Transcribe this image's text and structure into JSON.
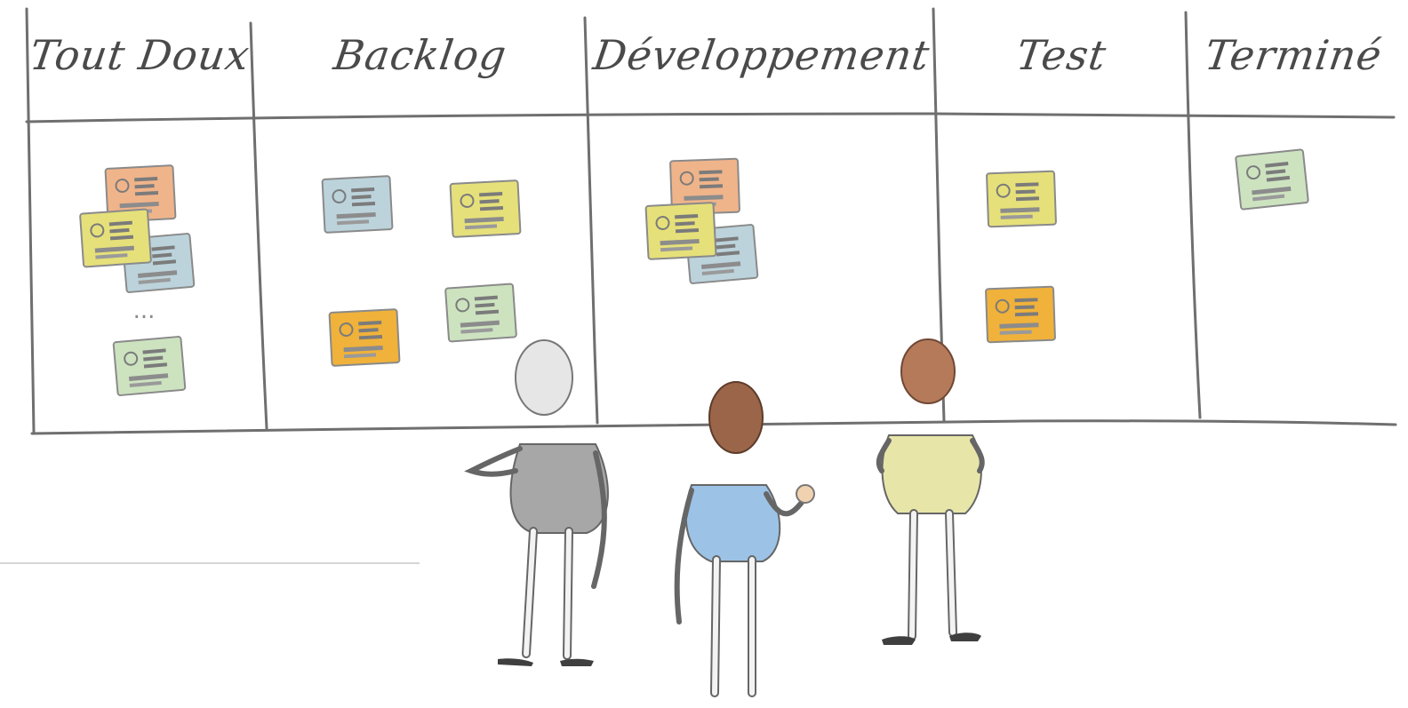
{
  "board": {
    "columns": [
      {
        "title": "Tout Doux"
      },
      {
        "title": "Backlog"
      },
      {
        "title": "Développement"
      },
      {
        "title": "Test"
      },
      {
        "title": "Terminé"
      }
    ],
    "ellipsis": "..."
  },
  "card_colors": {
    "orange": "#f0b48a",
    "yellow": "#e6e07a",
    "blue": "#bcd3dc",
    "green": "#cde3c0",
    "amber": "#f0b23a"
  },
  "people": [
    {
      "name": "person-grey",
      "shirt": "#a7a7a7",
      "head": "#d9d9d9"
    },
    {
      "name": "person-blue",
      "shirt": "#9cc3e6",
      "head": "#9a6548"
    },
    {
      "name": "person-yellow",
      "shirt": "#e7e6a8",
      "head": "#b57a5a"
    }
  ]
}
